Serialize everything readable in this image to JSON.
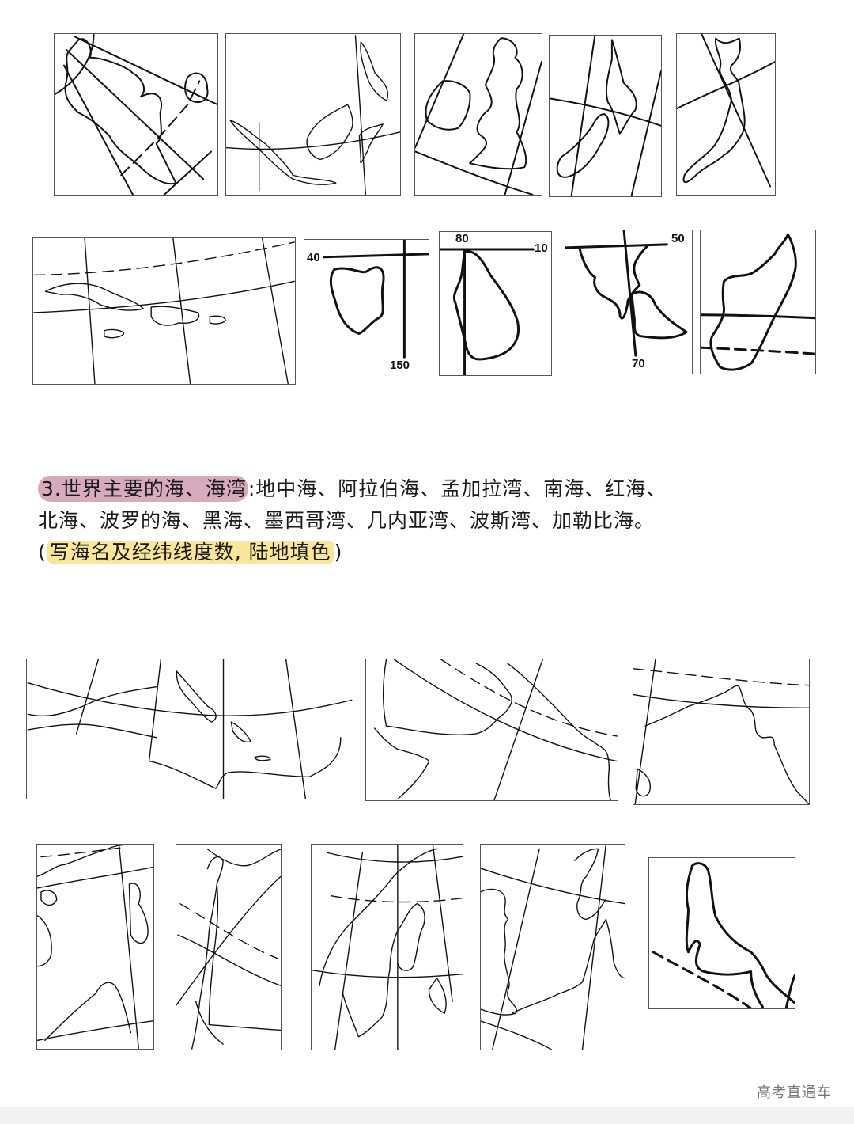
{
  "map_row_1": [
    {
      "id": "map-1-1",
      "subject": "outline-map-panel"
    },
    {
      "id": "map-1-2",
      "subject": "outline-map-panel"
    },
    {
      "id": "map-1-3",
      "subject": "outline-map-panel"
    },
    {
      "id": "map-1-4",
      "subject": "outline-map-panel"
    },
    {
      "id": "map-1-5",
      "subject": "outline-map-panel"
    }
  ],
  "map_row_2": {
    "labels": {
      "map_a_lat": "40",
      "map_a_lon": "150",
      "map_b_lon": "80",
      "map_b_lat": "10",
      "map_c_lat": "50",
      "map_c_lon": "70"
    }
  },
  "section": {
    "heading": "3.世界主要的海、海湾",
    "colon": ":",
    "list_line1": "地中海、阿拉伯海、孟加拉湾、南海、红海、",
    "list_line2": "北海、波罗的海、黑海、墨西哥湾、几内亚湾、波斯湾、加勒比海。",
    "note_open": "(",
    "note": "写海名及经纬线度数, 陆地填色",
    "note_close": ")",
    "colors": {
      "heading_highlight": "#d7aabc",
      "note_highlight": "#f8e69a"
    }
  },
  "watermark": "高考直通车"
}
